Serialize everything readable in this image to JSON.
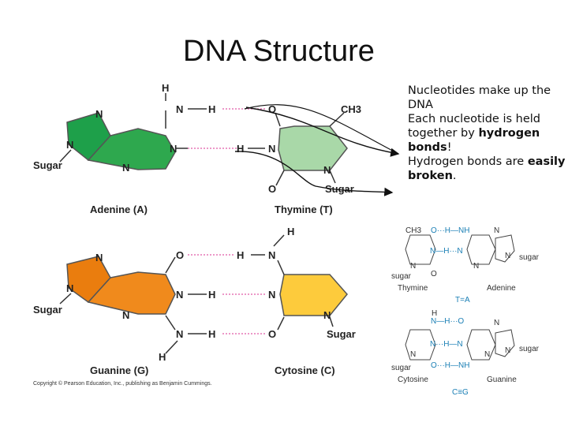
{
  "title": "DNA Structure",
  "bullets": [
    {
      "text": "Nucleotides make up the DNA"
    },
    {
      "pre": "Each nucleotide is held together by ",
      "bold": "hydrogen bonds",
      "post": "!"
    },
    {
      "pre": "Hydrogen bonds are ",
      "bold": "easily broken",
      "post": "."
    }
  ],
  "left_figure": {
    "adenine_label": "Adenine (A)",
    "thymine_label": "Thymine (T)",
    "guanine_label": "Guanine (G)",
    "cytosine_label": "Cytosine (C)",
    "sugar": "Sugar",
    "ch3": "CH3",
    "copyright": "Copyright © Pearson Education, Inc., publishing as Benjamin Cummings.",
    "colors": {
      "adenine": "#1ea04a",
      "thymine": "#a9d8a8",
      "guanine": "#ea7d0e",
      "cytosine": "#fdcb3c",
      "hbond": "#e05aa8"
    }
  },
  "right_figure": {
    "thymine": "Thymine",
    "adenine": "Adenine",
    "pair_ta": "T=A",
    "cytosine": "Cytosine",
    "guanine": "Guanine",
    "pair_cg": "C≡G",
    "sugar": "sugar",
    "ch3": "CH3"
  }
}
